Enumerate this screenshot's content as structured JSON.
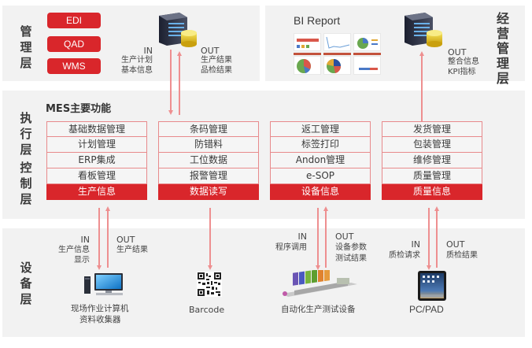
{
  "layers": {
    "management": "管理层",
    "business_management": "经营管理层",
    "execution": "执行层",
    "control": "控制层",
    "device": "设备层"
  },
  "management": {
    "systems": [
      "EDI",
      "QAD",
      "WMS"
    ],
    "in_label": "IN",
    "in_lines": [
      "生产计划",
      "基本信息"
    ],
    "out_label": "OUT",
    "out_lines": [
      "生产结果",
      "品检结果"
    ],
    "server_icon": "server-database-icon"
  },
  "bi": {
    "title": "BI Report",
    "out_label": "OUT",
    "out_lines": [
      "整合信息",
      "KPI指标"
    ],
    "server_icon": "server-database-icon"
  },
  "mes": {
    "title": "MES主要功能",
    "columns": [
      {
        "items": [
          "基础数据管理",
          "计划管理",
          "ERP集成",
          "看板管理"
        ],
        "highlight": "生产信息"
      },
      {
        "items": [
          "条码管理",
          "防错料",
          "工位数据",
          "报警管理"
        ],
        "highlight": "数据读写"
      },
      {
        "items": [
          "返工管理",
          "标签打印",
          "Andon管理",
          "e-SOP"
        ],
        "highlight": "设备信息"
      },
      {
        "items": [
          "发货管理",
          "包装管理",
          "维修管理",
          "质量管理"
        ],
        "highlight": "质量信息"
      }
    ]
  },
  "devices": {
    "terminal": {
      "in_label": "IN",
      "in_lines": [
        "生产信息",
        "显示"
      ],
      "out_label": "OUT",
      "out_lines": [
        "生产结果"
      ],
      "name_lines": [
        "现场作业计算机",
        "资料收集器"
      ],
      "icon": "desktop-computer-icon"
    },
    "barcode": {
      "name": "Barcode",
      "icon": "qr-code-icon"
    },
    "automation": {
      "in_label": "IN",
      "in_lines": [
        "程序调用"
      ],
      "out_label": "OUT",
      "out_lines": [
        "设备参数",
        "测试结果"
      ],
      "name": "自动化生产测试设备",
      "icon": "production-line-icon"
    },
    "pad": {
      "in_label": "IN",
      "in_lines": [
        "质检请求"
      ],
      "out_label": "OUT",
      "out_lines": [
        "质检结果"
      ],
      "name": "PC/PAD",
      "icon": "tablet-icon"
    }
  },
  "colors": {
    "accent": "#d9262b",
    "arrow": "#ee8f90",
    "panel": "#f2f2f2",
    "cell_border": "#e88a8c"
  }
}
